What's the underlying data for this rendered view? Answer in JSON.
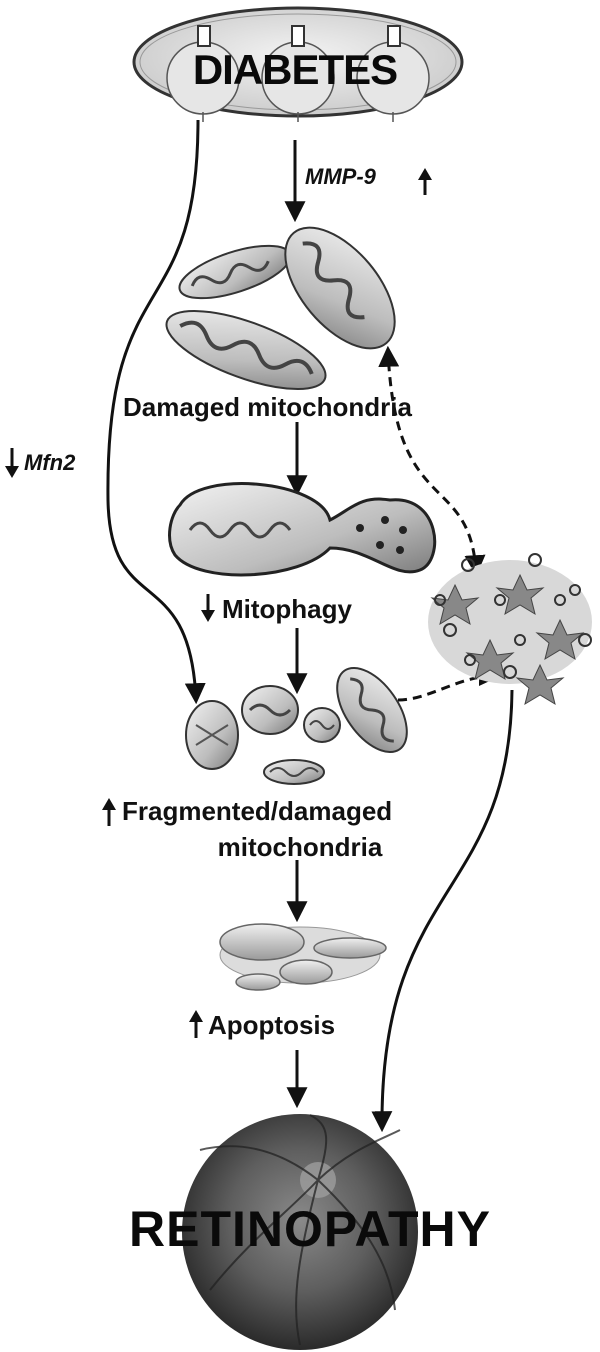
{
  "diagram": {
    "top_node": "DIABETES",
    "bottom_node": "RETINOPATHY",
    "labels": {
      "mmp9": "MMP-9",
      "mfn2": "Mfn2",
      "damaged": "Damaged mitochondria",
      "mitophagy": "Mitophagy",
      "fragmented_line1": "Fragmented/damaged",
      "fragmented_line2": "mitochondria",
      "apoptosis": "Apoptosis"
    },
    "arrow_marks": {
      "mmp9": "up",
      "mfn2": "down",
      "mitophagy": "down",
      "fragmented": "up",
      "apoptosis": "up"
    },
    "icons": [
      "mitochondrion-icon",
      "autophagosome-icon",
      "ros-cluster-icon",
      "apoptotic-cell-icon",
      "retina-fundus-icon"
    ]
  }
}
